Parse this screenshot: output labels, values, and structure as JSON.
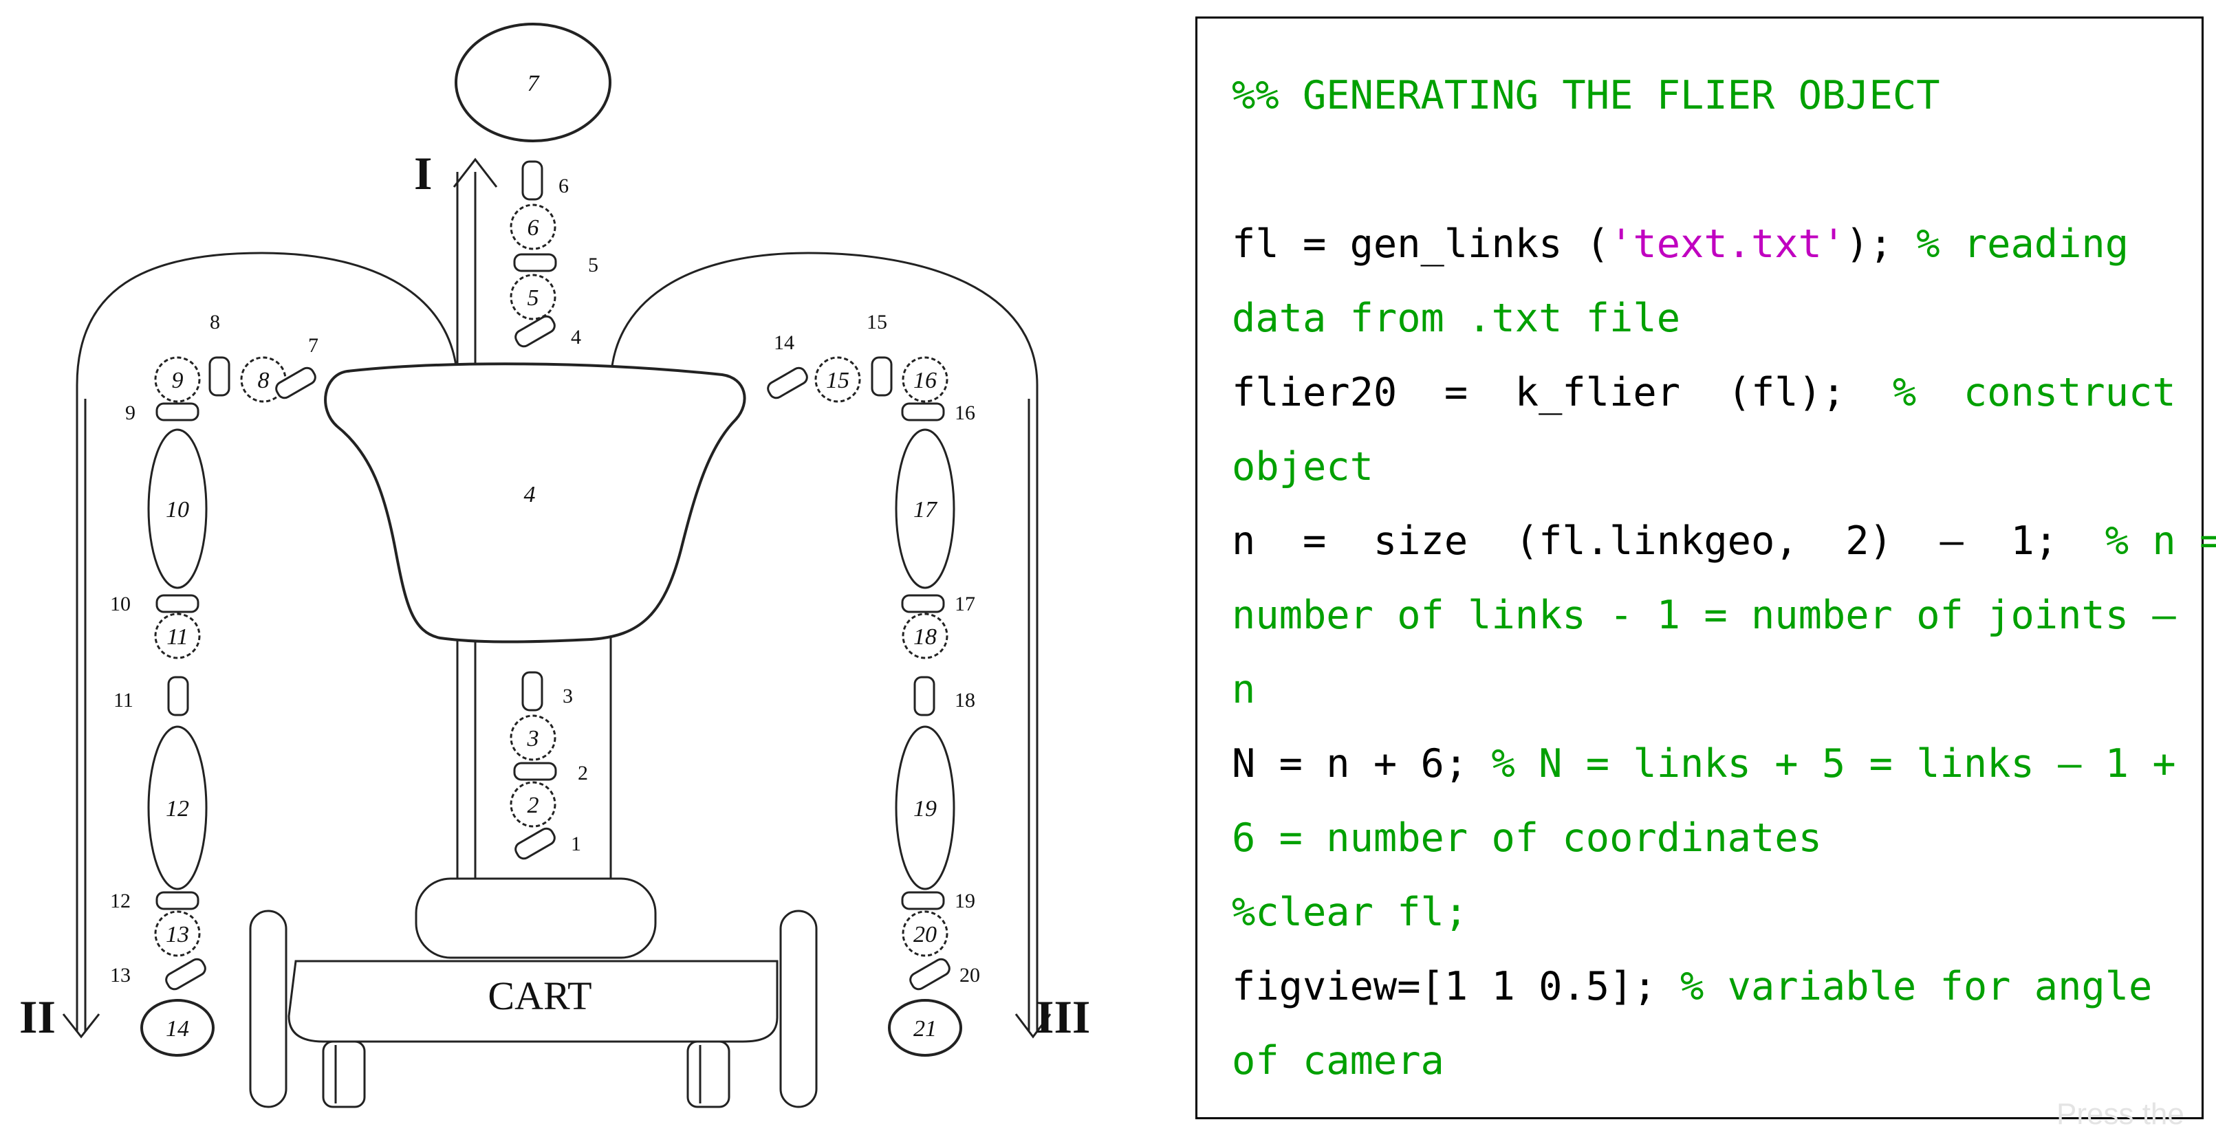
{
  "diagram": {
    "cart_label": "CART",
    "direction_labels": [
      "I",
      "II",
      "III"
    ],
    "body_numbers": [
      "7",
      "6",
      "5",
      "4",
      "9",
      "8",
      "15",
      "16",
      "10",
      "17",
      "11",
      "18",
      "3",
      "2",
      "12",
      "19",
      "13",
      "20",
      "14",
      "21"
    ],
    "joint_numbers": [
      "6",
      "5",
      "4",
      "8",
      "7",
      "9",
      "14",
      "15",
      "16",
      "10",
      "17",
      "11",
      "18",
      "3",
      "2",
      "1",
      "12",
      "19",
      "13",
      "20"
    ]
  },
  "code": {
    "title": "%% GENERATING THE FLIER OBJECT",
    "l1_code": "fl = gen_links (",
    "l1_str": "'text.txt'",
    "l1_end": "); ",
    "l1_comment": "% reading",
    "l2_comment": "data from .txt file",
    "l3_code": "flier20  =  k_flier  (fl);  ",
    "l3_comment": "%  construct",
    "l4_comment": "object",
    "l5_code": "n  =  size  (fl.linkgeo,  2)  –  1;  ",
    "l5_comment": "% n =",
    "l6_comment": "number of links - 1 = number of joints –",
    "l7_comment": "n",
    "l8_code": "N = n + 6; ",
    "l8_comment": "% N = links + 5 = links – 1 +",
    "l9_comment": "6 = number of coordinates",
    "l10_comment": "%clear fl;",
    "l11_code": "figview=[1 1 0.5]; ",
    "l11_comment": "% variable for angle",
    "l12_comment": "of camera"
  },
  "watermark": "Press the"
}
